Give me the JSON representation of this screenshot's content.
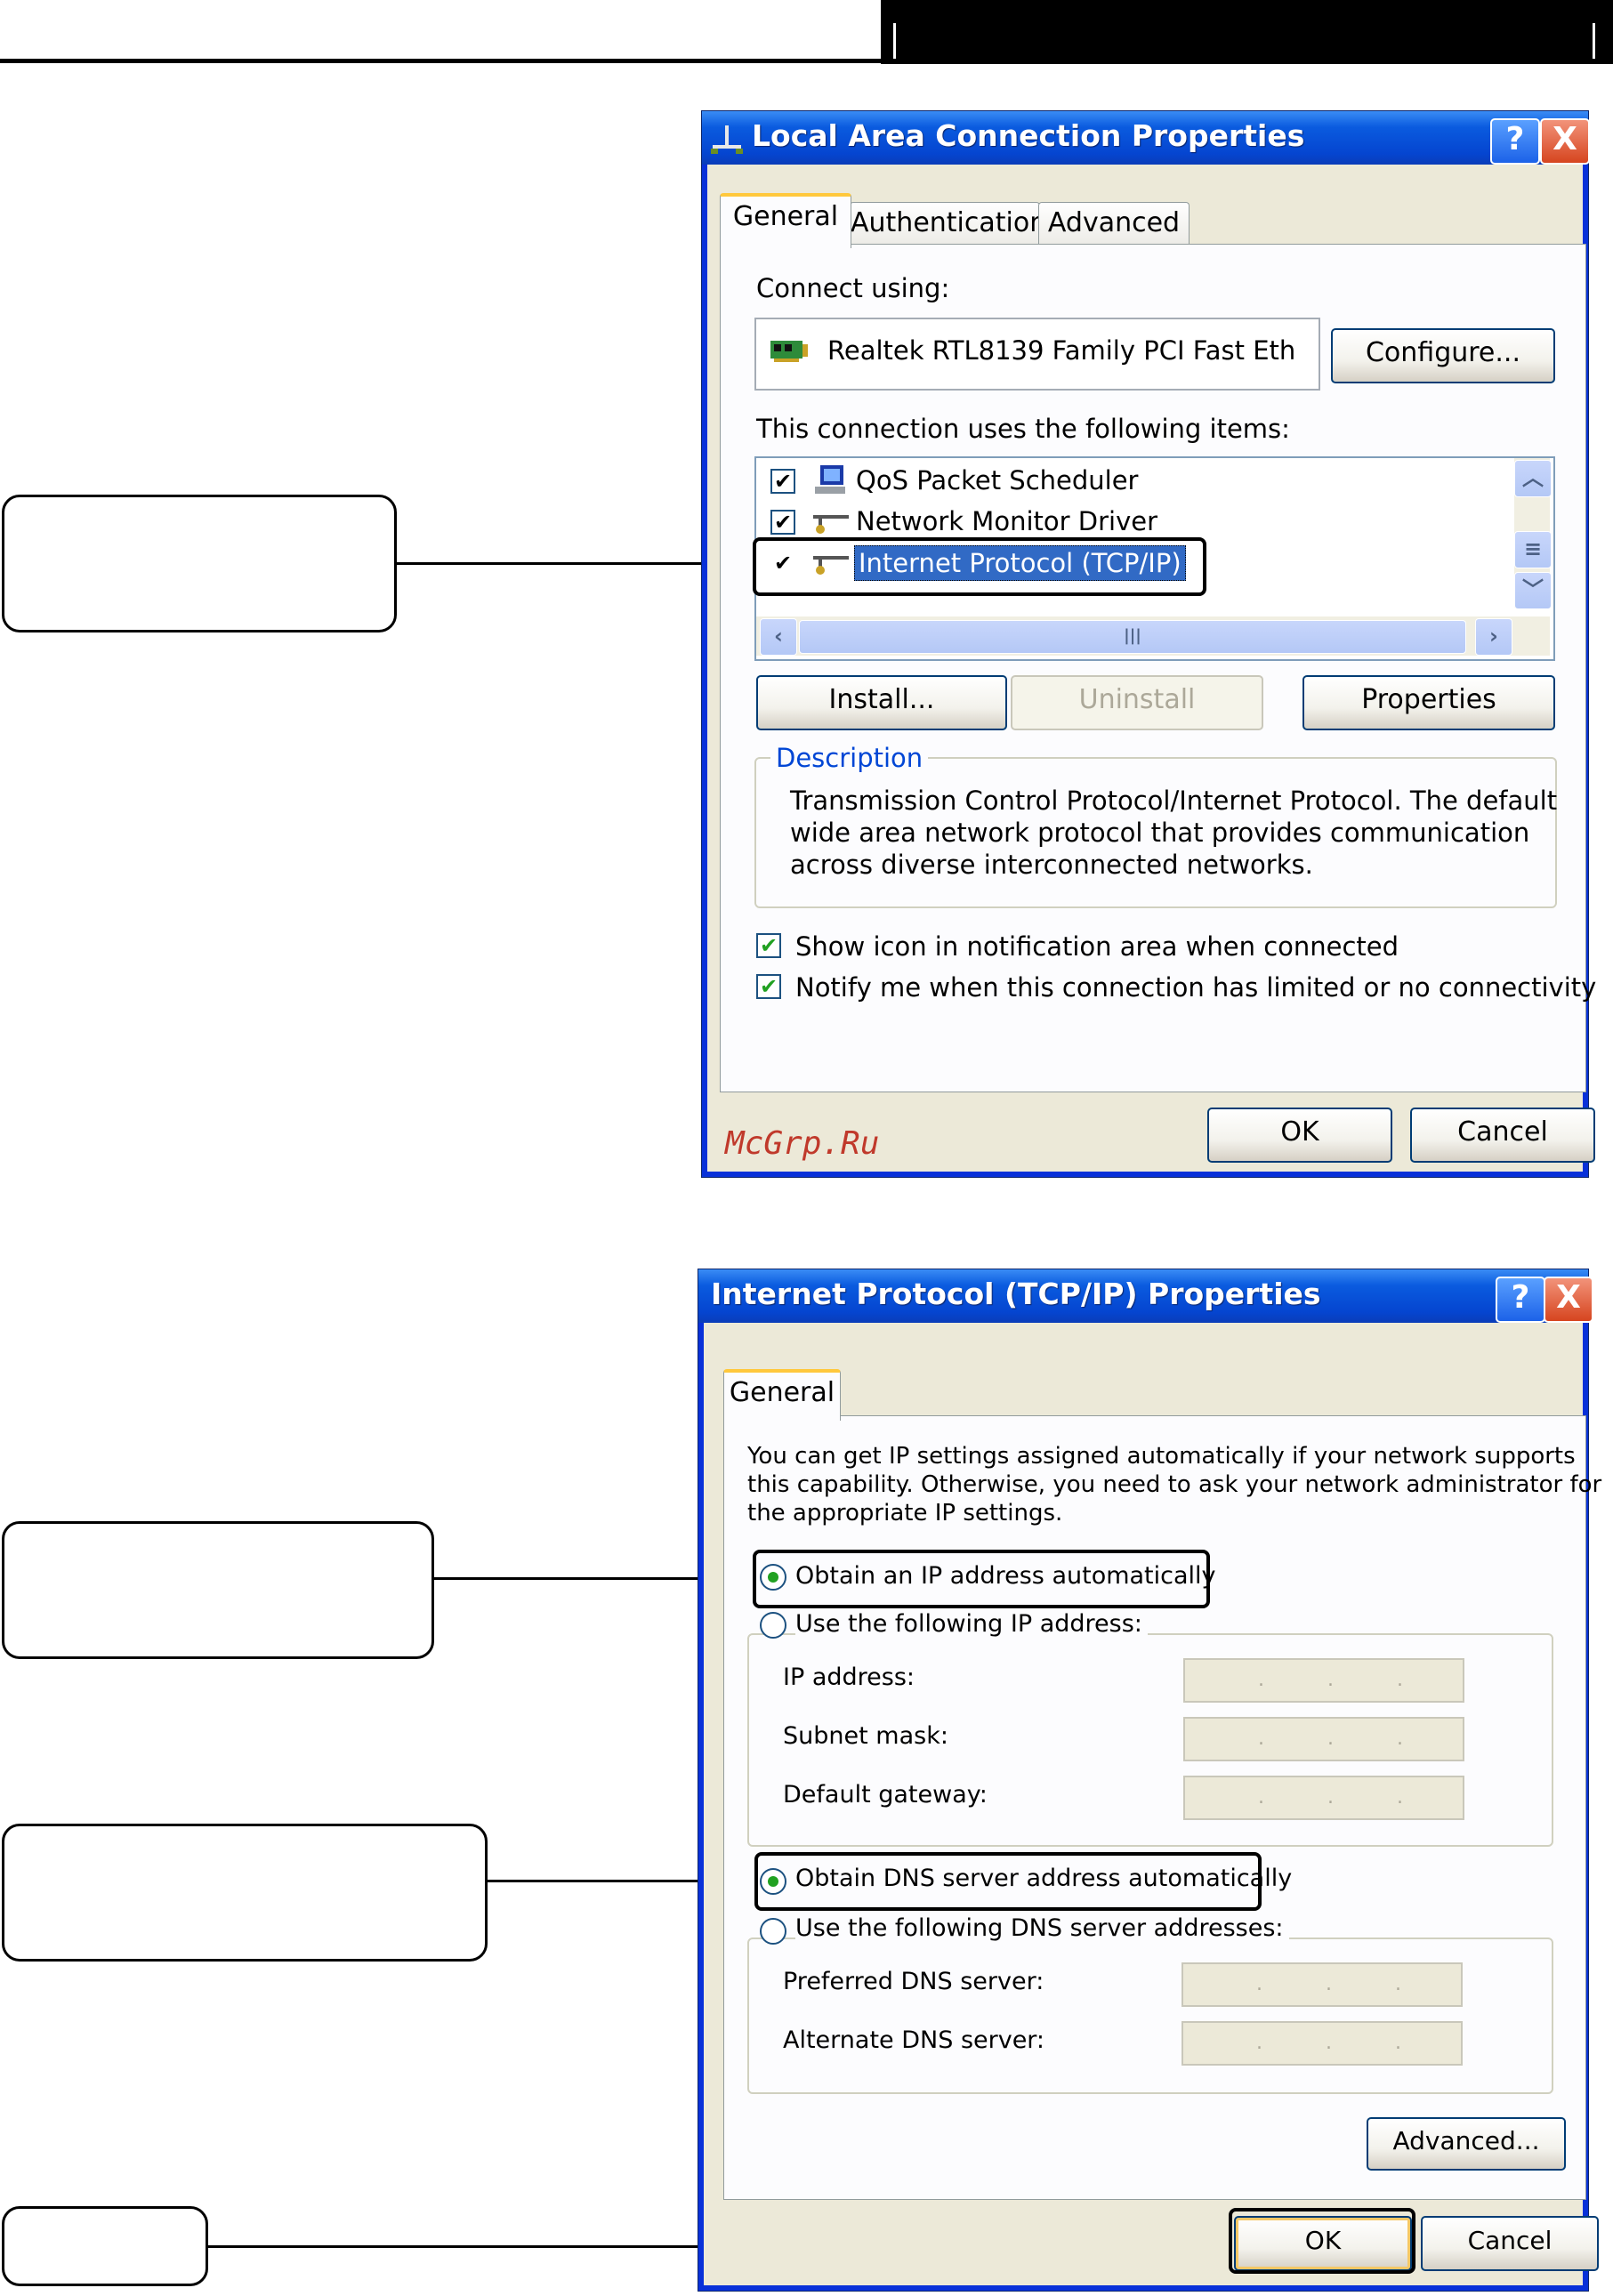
{
  "watermark": "McGrp.Ru",
  "colors": {
    "titlebar": "#0a5bdf",
    "dialog_face": "#ece9d8",
    "tab_panel": "#fcfcfe",
    "selection": "#316ac5",
    "group_label": "#0046d5",
    "watermark": "#c0392b",
    "check_green": "#21a121"
  },
  "lan_dialog": {
    "title": "Local Area Connection Properties",
    "title_icon": "network-connection-icon",
    "help_button": "?",
    "close_button": "X",
    "tabs": [
      "General",
      "Authentication",
      "Advanced"
    ],
    "active_tab": "General",
    "connect_using_label": "Connect using:",
    "adapter_name": "Realtek RTL8139 Family PCI Fast Eth",
    "adapter_icon": "network-card-icon",
    "configure_button": "Configure...",
    "items_label": "This connection uses the following items:",
    "items": [
      {
        "label": "QoS Packet Scheduler",
        "checked": true,
        "icon": "scheduler-icon",
        "selected": false
      },
      {
        "label": "Network Monitor Driver",
        "checked": true,
        "icon": "network-protocol-icon",
        "selected": false
      },
      {
        "label": "Internet Protocol (TCP/IP)",
        "checked": true,
        "icon": "network-protocol-icon",
        "selected": true
      }
    ],
    "install_button": "Install...",
    "uninstall_button": "Uninstall",
    "properties_button": "Properties",
    "description_group": "Description",
    "description_text": [
      "Transmission Control Protocol/Internet Protocol. The default",
      "wide area network protocol that provides communication",
      "across diverse interconnected networks."
    ],
    "show_icon_option": "Show icon in notification area when connected",
    "notify_option": "Notify me when this connection has limited or no connectivity",
    "ok_button": "OK",
    "cancel_button": "Cancel"
  },
  "tcpip_dialog": {
    "title": "Internet Protocol (TCP/IP) Properties",
    "help_button": "?",
    "close_button": "X",
    "tabs": [
      "General"
    ],
    "intro_text": [
      "You can get IP settings assigned automatically if your network supports",
      "this capability. Otherwise, you need to ask your network administrator for",
      "the appropriate IP settings."
    ],
    "obtain_ip_auto": "Obtain an IP address automatically",
    "use_following_ip": "Use the following IP address:",
    "ip_address_label": "IP address:",
    "subnet_mask_label": "Subnet mask:",
    "default_gateway_label": "Default gateway:",
    "obtain_dns_auto": "Obtain DNS server address automatically",
    "use_following_dns": "Use the following DNS server addresses:",
    "preferred_dns_label": "Preferred DNS server:",
    "alternate_dns_label": "Alternate DNS server:",
    "advanced_button": "Advanced...",
    "ok_button": "OK",
    "cancel_button": "Cancel"
  }
}
